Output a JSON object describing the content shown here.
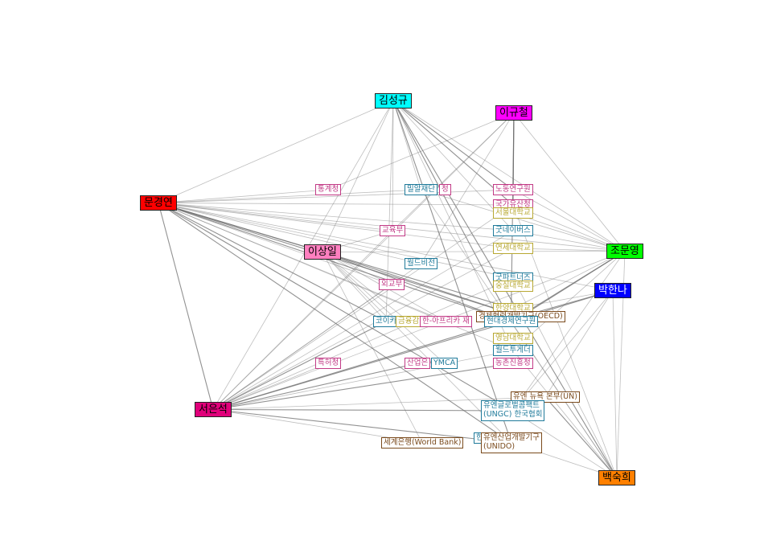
{
  "colors": {
    "org_teal": "#1f7a9a",
    "org_pink": "#c23a86",
    "org_yellow": "#b8a832",
    "org_brown": "#7a4a1c",
    "edge": "#6e6e6e"
  },
  "people": [
    {
      "id": "kim_sg",
      "label": "김성규",
      "fill": "#00ffff"
    },
    {
      "id": "lee_gc",
      "label": "이규철",
      "fill": "#ff00ff"
    },
    {
      "id": "moon_gy",
      "label": "문경연",
      "fill": "#ff0000"
    },
    {
      "id": "lee_si",
      "label": "이상일",
      "fill": "#ff7fbf"
    },
    {
      "id": "cho_my",
      "label": "조문영",
      "fill": "#00ff00"
    },
    {
      "id": "park_hn",
      "label": "박한나",
      "fill": "#0000ff",
      "text_color": "#ffffff"
    },
    {
      "id": "seo_es",
      "label": "서은석",
      "fill": "#e0007a"
    },
    {
      "id": "baek_sh",
      "label": "백숙희",
      "fill": "#ff8000"
    }
  ],
  "orgs": [
    {
      "id": "stats",
      "label": "통계청",
      "color": "pink"
    },
    {
      "id": "milal",
      "label": "밀알재단",
      "color": "teal"
    },
    {
      "id": "cheong",
      "label": "청",
      "color": "pink"
    },
    {
      "id": "labor",
      "label": "노동연구원",
      "color": "pink"
    },
    {
      "id": "heritage",
      "label": "국가유산청",
      "color": "pink"
    },
    {
      "id": "snu",
      "label": "서울대학교",
      "color": "yellow"
    },
    {
      "id": "edu",
      "label": "교육부",
      "color": "pink"
    },
    {
      "id": "goodneighbors",
      "label": "굿네이버스",
      "color": "teal"
    },
    {
      "id": "yonsei",
      "label": "연세대학교",
      "color": "yellow"
    },
    {
      "id": "worldvision",
      "label": "월드비전",
      "color": "teal"
    },
    {
      "id": "goodpartners",
      "label": "굿파트너즈",
      "color": "teal"
    },
    {
      "id": "soongsil",
      "label": "숭실대학교",
      "color": "yellow"
    },
    {
      "id": "mofa",
      "label": "외교부",
      "color": "pink"
    },
    {
      "id": "hanyang",
      "label": "한양대학교",
      "color": "yellow"
    },
    {
      "id": "oecd",
      "label": "경제협력개발기구(OECD)",
      "color": "brown"
    },
    {
      "id": "koica",
      "label": "코이카",
      "color": "teal"
    },
    {
      "id": "finance",
      "label": "금융감",
      "color": "yellow"
    },
    {
      "id": "koreaafrica",
      "label": "한-아프리카 재",
      "color": "pink"
    },
    {
      "id": "hyundai",
      "label": "현대경제연구원",
      "color": "teal"
    },
    {
      "id": "yeungnam",
      "label": "영남대학교",
      "color": "yellow"
    },
    {
      "id": "worldtogether",
      "label": "월드투게더",
      "color": "teal"
    },
    {
      "id": "patent",
      "label": "특허청",
      "color": "pink"
    },
    {
      "id": "industrybank",
      "label": "산업은",
      "color": "pink"
    },
    {
      "id": "ymca",
      "label": "YMCA",
      "color": "teal"
    },
    {
      "id": "rda",
      "label": "농촌진흥청",
      "color": "pink"
    },
    {
      "id": "un_ny",
      "label": "유엔 뉴욕 본부(UN)",
      "color": "brown"
    },
    {
      "id": "ungc",
      "label": "유엔글로벌콤팩트",
      "label2": "(UNGC) 한국협회",
      "color": "teal"
    },
    {
      "id": "worldbank",
      "label": "세계은행(World Bank)",
      "color": "brown"
    },
    {
      "id": "hankook",
      "label": "한",
      "color": "teal"
    },
    {
      "id": "unido",
      "label": "유엔산업개발기구",
      "label2": "(UNIDO)",
      "color": "brown"
    }
  ],
  "edges": [
    [
      "kim_sg",
      "labor",
      1
    ],
    [
      "kim_sg",
      "heritage",
      1
    ],
    [
      "kim_sg",
      "goodneighbors",
      0
    ],
    [
      "kim_sg",
      "milal",
      0
    ],
    [
      "kim_sg",
      "hyundai",
      1
    ],
    [
      "kim_sg",
      "unido",
      1
    ],
    [
      "kim_sg",
      "cho_my",
      0
    ],
    [
      "kim_sg",
      "lee_si",
      0
    ],
    [
      "kim_sg",
      "moon_gy",
      0
    ],
    [
      "kim_sg",
      "seo_es",
      0
    ],
    [
      "kim_sg",
      "baek_sh",
      1
    ],
    [
      "kim_sg",
      "worldtogether",
      0
    ],
    [
      "kim_sg",
      "edu",
      0
    ],
    [
      "kim_sg",
      "koica",
      0
    ],
    [
      "lee_gc",
      "labor",
      1
    ],
    [
      "lee_gc",
      "heritage",
      1
    ],
    [
      "lee_gc",
      "hyundai",
      1
    ],
    [
      "lee_gc",
      "stats",
      0
    ],
    [
      "lee_gc",
      "edu",
      0
    ],
    [
      "lee_gc",
      "seo_es",
      0
    ],
    [
      "lee_gc",
      "cho_my",
      0
    ],
    [
      "lee_gc",
      "worldvision",
      0
    ],
    [
      "moon_gy",
      "stats",
      0
    ],
    [
      "moon_gy",
      "milal",
      0
    ],
    [
      "moon_gy",
      "labor",
      0
    ],
    [
      "moon_gy",
      "heritage",
      0
    ],
    [
      "moon_gy",
      "edu",
      0
    ],
    [
      "moon_gy",
      "goodneighbors",
      0
    ],
    [
      "moon_gy",
      "yonsei",
      0
    ],
    [
      "moon_gy",
      "worldvision",
      0
    ],
    [
      "moon_gy",
      "goodpartners",
      0
    ],
    [
      "moon_gy",
      "mofa",
      0
    ],
    [
      "moon_gy",
      "hanyang",
      1
    ],
    [
      "moon_gy",
      "hyundai",
      1
    ],
    [
      "moon_gy",
      "koica",
      1
    ],
    [
      "moon_gy",
      "koreaafrica",
      0
    ],
    [
      "moon_gy",
      "worldtogether",
      0
    ],
    [
      "moon_gy",
      "ungc",
      1
    ],
    [
      "moon_gy",
      "unido",
      1
    ],
    [
      "moon_gy",
      "seo_es",
      1
    ],
    [
      "moon_gy",
      "cho_my",
      0
    ],
    [
      "moon_gy",
      "park_hn",
      0
    ],
    [
      "moon_gy",
      "lee_si",
      1
    ],
    [
      "moon_gy",
      "oecd",
      1
    ],
    [
      "lee_si",
      "hyundai",
      1
    ],
    [
      "lee_si",
      "koica",
      0
    ],
    [
      "lee_si",
      "mofa",
      0
    ],
    [
      "lee_si",
      "ymca",
      0
    ],
    [
      "lee_si",
      "worldbank",
      0
    ],
    [
      "lee_si",
      "unido",
      0
    ],
    [
      "lee_si",
      "edu",
      0
    ],
    [
      "lee_si",
      "cho_my",
      0
    ],
    [
      "lee_si",
      "finance",
      0
    ],
    [
      "lee_si",
      "koreaafrica",
      0
    ],
    [
      "lee_si",
      "oecd",
      1
    ],
    [
      "cho_my",
      "labor",
      0
    ],
    [
      "cho_my",
      "heritage",
      0
    ],
    [
      "cho_my",
      "snu",
      0
    ],
    [
      "cho_my",
      "goodneighbors",
      0
    ],
    [
      "cho_my",
      "yonsei",
      0
    ],
    [
      "cho_my",
      "hyundai",
      1
    ],
    [
      "cho_my",
      "oecd",
      1
    ],
    [
      "cho_my",
      "seo_es",
      0
    ],
    [
      "cho_my",
      "milal",
      0
    ],
    [
      "cho_my",
      "worldtogether",
      0
    ],
    [
      "cho_my",
      "hanyang",
      0
    ],
    [
      "cho_my",
      "baek_sh",
      0
    ],
    [
      "cho_my",
      "ungc",
      0
    ],
    [
      "park_hn",
      "hyundai",
      1
    ],
    [
      "park_hn",
      "un_ny",
      0
    ],
    [
      "park_hn",
      "baek_sh",
      0
    ],
    [
      "park_hn",
      "ungc",
      0
    ],
    [
      "park_hn",
      "oecd",
      1
    ],
    [
      "park_hn",
      "hanyang",
      0
    ],
    [
      "seo_es",
      "edu",
      0
    ],
    [
      "seo_es",
      "goodneighbors",
      0
    ],
    [
      "seo_es",
      "worldvision",
      0
    ],
    [
      "seo_es",
      "mofa",
      0
    ],
    [
      "seo_es",
      "yonsei",
      0
    ],
    [
      "seo_es",
      "koica",
      1
    ],
    [
      "seo_es",
      "hyundai",
      1
    ],
    [
      "seo_es",
      "worldtogether",
      0
    ],
    [
      "seo_es",
      "patent",
      0
    ],
    [
      "seo_es",
      "industrybank",
      1
    ],
    [
      "seo_es",
      "rda",
      1
    ],
    [
      "seo_es",
      "un_ny",
      0
    ],
    [
      "seo_es",
      "ungc",
      1
    ],
    [
      "seo_es",
      "worldbank",
      0
    ],
    [
      "seo_es",
      "unido",
      1
    ],
    [
      "seo_es",
      "goodpartners",
      0
    ],
    [
      "seo_es",
      "heritage",
      0
    ],
    [
      "seo_es",
      "oecd",
      1
    ],
    [
      "baek_sh",
      "un_ny",
      1
    ],
    [
      "baek_sh",
      "unido",
      0
    ],
    [
      "baek_sh",
      "ungc",
      0
    ],
    [
      "baek_sh",
      "hyundai",
      0
    ],
    [
      "baek_sh",
      "worldtogether",
      0
    ],
    [
      "baek_sh",
      "heritage",
      0
    ],
    [
      "baek_sh",
      "milal",
      0
    ],
    [
      "baek_sh",
      "goodpartners",
      0
    ]
  ]
}
